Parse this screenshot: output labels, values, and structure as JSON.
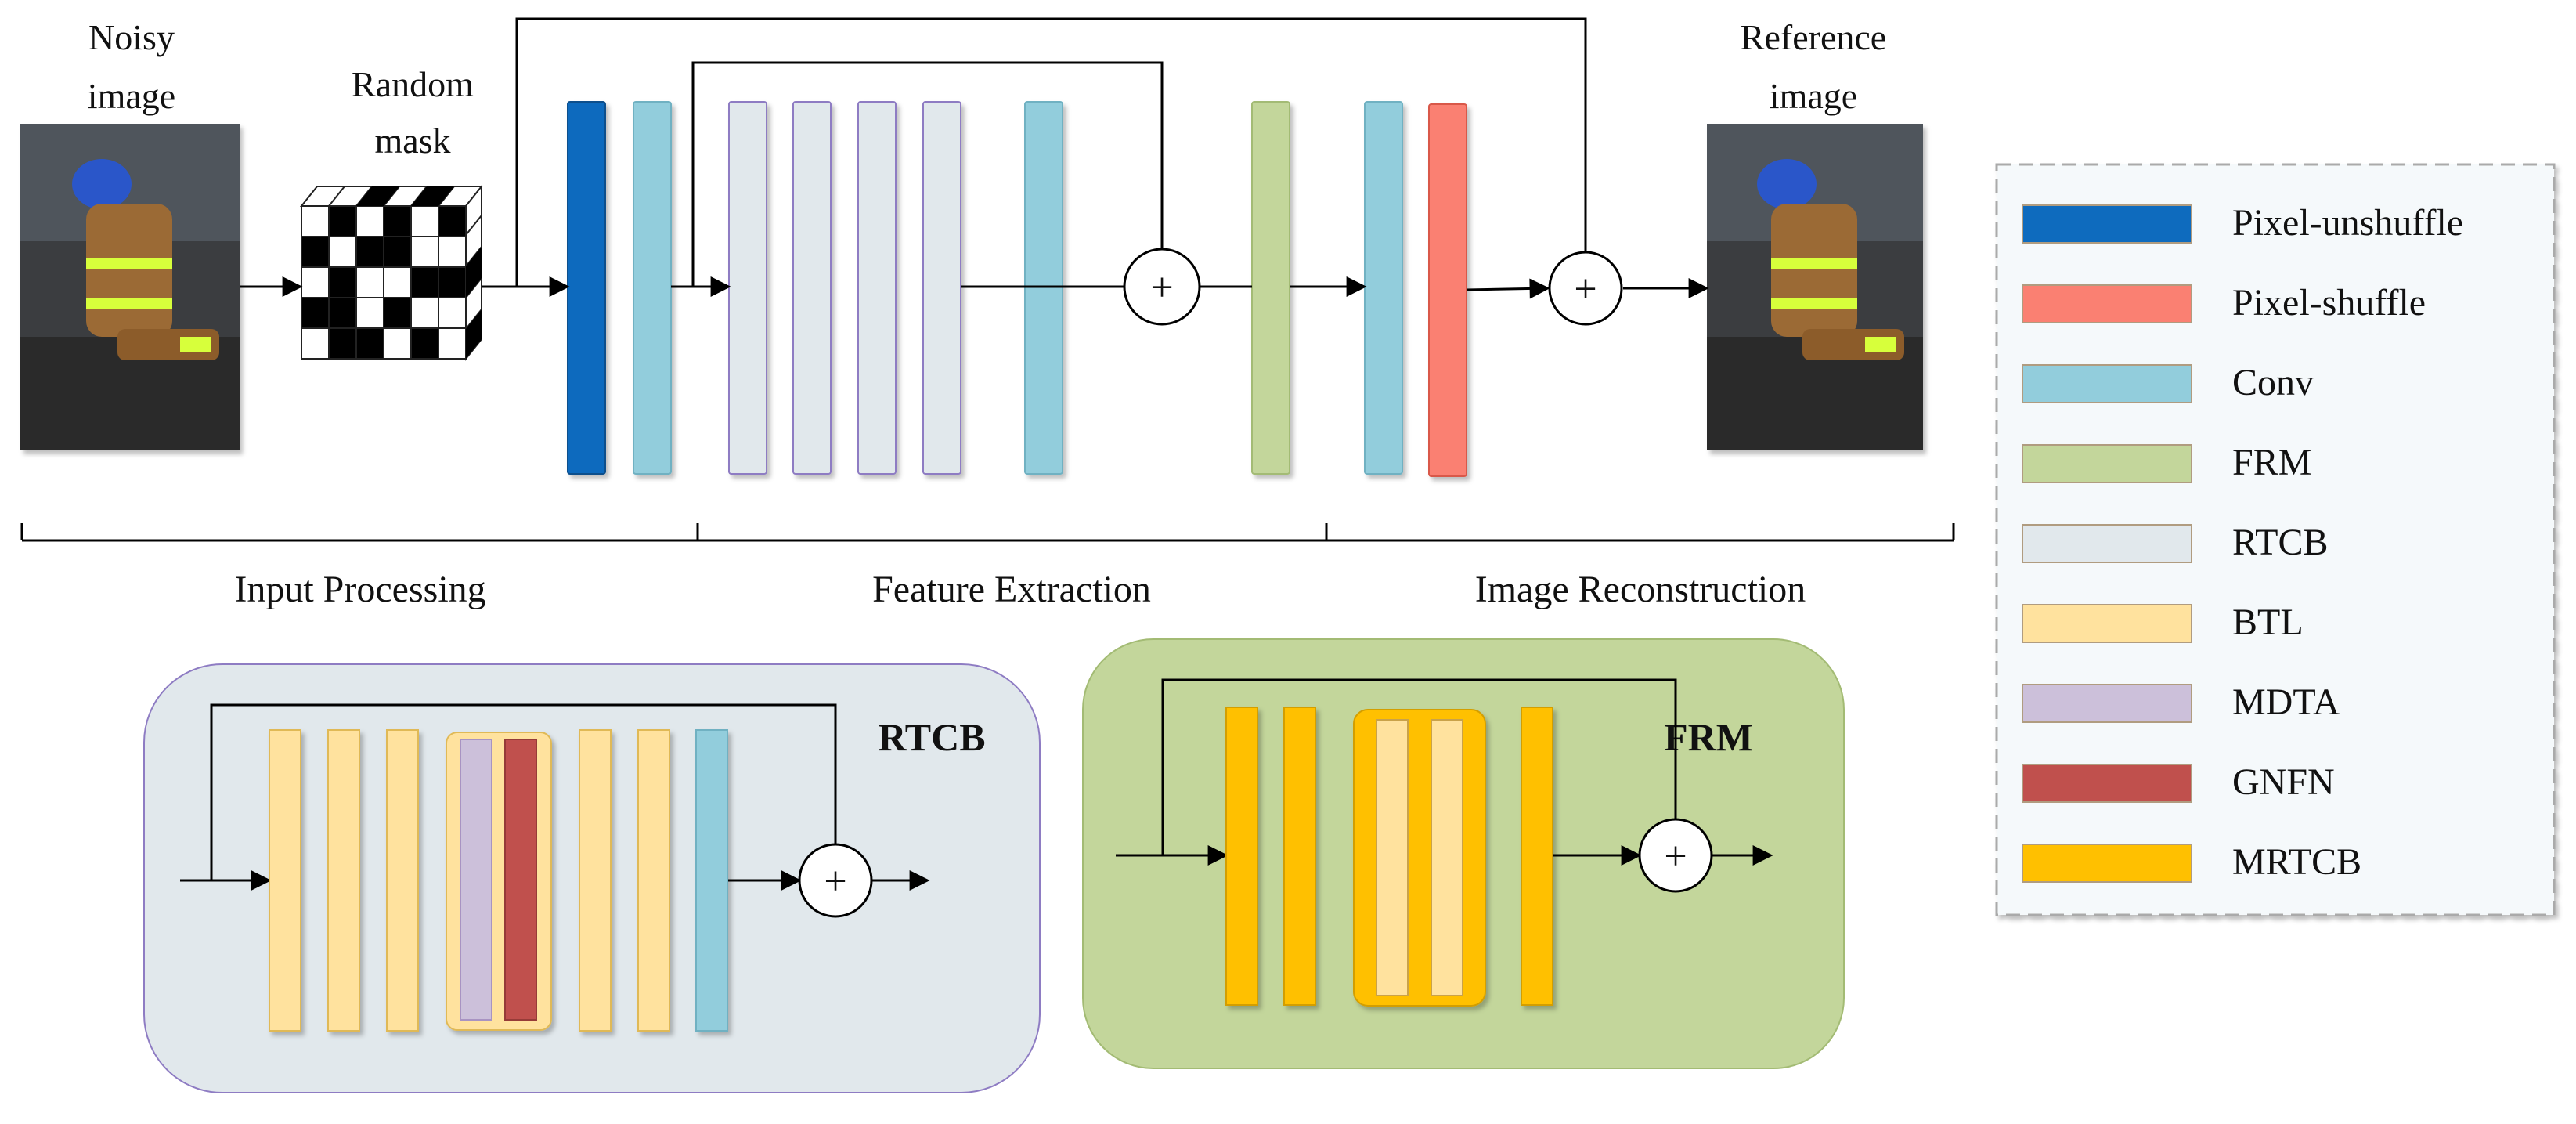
{
  "top": {
    "noisy_label_line1": "Noisy",
    "noisy_label_line2": "image",
    "mask_label_line1": "Random",
    "mask_label_line2": "mask",
    "reference_label_line1": "Reference",
    "reference_label_line2": "image"
  },
  "sections": {
    "input": "Input Processing",
    "feature": "Feature Extraction",
    "reconstruction": "Image Reconstruction"
  },
  "modules": {
    "rtcb_title": "RTCB",
    "frm_title": "FRM",
    "plus_symbol": "+"
  },
  "legend": {
    "items": [
      {
        "label": "Pixel-unshuffle",
        "color": "#0E6BBE"
      },
      {
        "label": "Pixel-shuffle",
        "color": "#FA8072"
      },
      {
        "label": "Conv",
        "color": "#92CDDC"
      },
      {
        "label": "FRM",
        "color": "#C3D69B"
      },
      {
        "label": "RTCB",
        "color": "#E1E8EC"
      },
      {
        "label": "BTL",
        "color": "#FFE29E"
      },
      {
        "label": "MDTA",
        "color": "#CCC0DA"
      },
      {
        "label": "GNFN",
        "color": "#C0504D"
      },
      {
        "label": "MRTCB",
        "color": "#FFC000"
      }
    ]
  },
  "colors": {
    "pixel_unshuffle": "#0E6BBE",
    "pixel_shuffle": "#FA8072",
    "conv": "#92CDDC",
    "frm": "#C3D69B",
    "rtcb": "#E1E8EC",
    "btl": "#FFE29E",
    "mdta": "#CCC0DA",
    "gnfn": "#C0504D",
    "mrtcb": "#FFC000"
  }
}
